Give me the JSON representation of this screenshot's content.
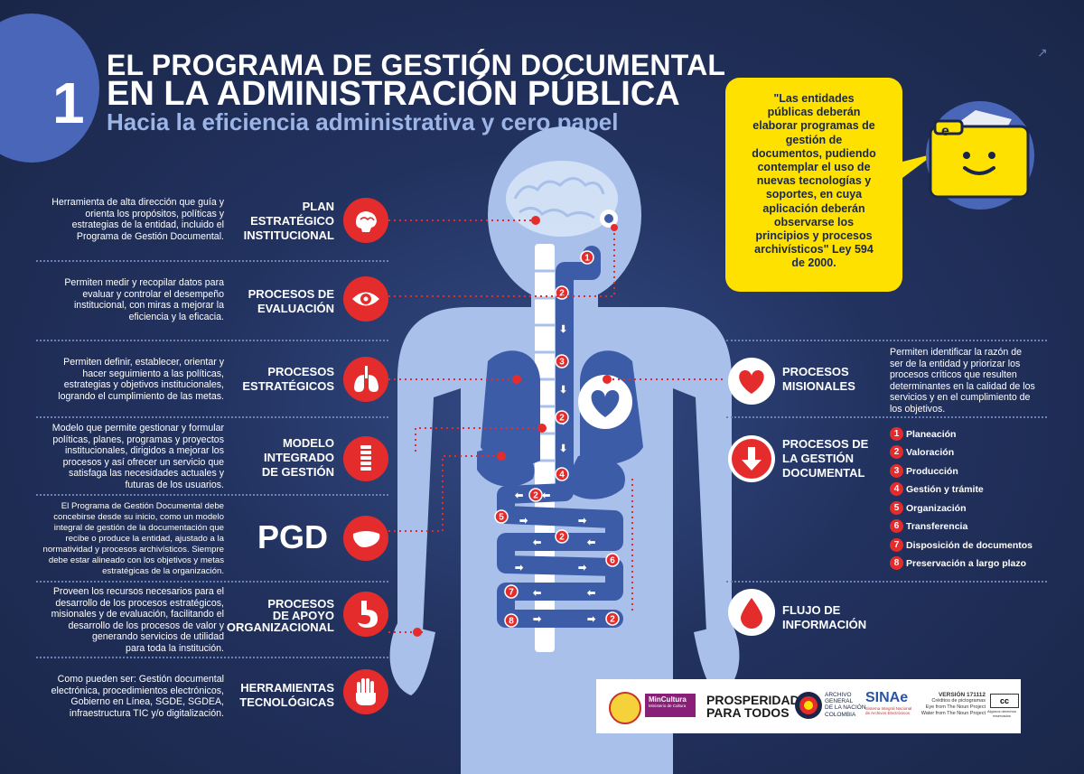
{
  "header": {
    "number": "1",
    "line1": "EL PROGRAMA DE GESTIÓN DOCUMENTAL",
    "line2": "EN LA ADMINISTRACIÓN PÚBLICA",
    "subtitle": "Hacia la eficiencia administrativa y cero papel"
  },
  "left": [
    {
      "label": [
        "PLAN",
        "ESTRATÉGICO",
        "INSTITUCIONAL"
      ],
      "icon": "brain-icon",
      "desc": [
        "Herramienta de alta dirección que guía y",
        "orienta los propósitos, políticas y",
        "estrategias de la entidad, incluido el",
        "Programa de Gestión Documental."
      ]
    },
    {
      "label": [
        "PROCESOS DE",
        "EVALUACIÓN"
      ],
      "icon": "eye-icon",
      "desc": [
        "Permiten medir y recopilar datos para",
        "evaluar y controlar el desempeño",
        "institucional, con miras a mejorar la",
        "eficiencia y la eficacia."
      ]
    },
    {
      "label": [
        "PROCESOS",
        "ESTRATÉGICOS"
      ],
      "icon": "lungs-icon",
      "desc": [
        "Permiten definir, establecer, orientar y",
        "hacer seguimiento a las políticas,",
        "estrategias y objetivos institucionales,",
        "logrando el cumplimiento de las metas."
      ]
    },
    {
      "label": [
        "MODELO",
        "INTEGRADO",
        "DE GESTIÓN"
      ],
      "icon": "spine-icon",
      "desc": [
        "Modelo que permite gestionar y formular",
        "políticas, planes, programas y proyectos",
        "institucionales, dirigidos a mejorar los",
        "procesos y así ofrecer un servicio que",
        "satisfaga las necesidades actuales y",
        "futuras de los usuarios."
      ]
    },
    {
      "label": [
        "PGD"
      ],
      "icon": "liver-icon",
      "desc": [
        "El Programa de Gestión Documental debe",
        "concebirse desde su inicio, como un modelo",
        "integral de gestión de la documentación que",
        "recibe o produce la entidad, ajustado a la",
        "normatividad y procesos archivísticos. Siempre",
        "debe estar alineado con los objetivos y metas",
        "estratégicas de la organización."
      ]
    },
    {
      "label": [
        "PROCESOS",
        "DE",
        "APOYO",
        "ORGANIZACIONAL"
      ],
      "icon": "stomach-icon",
      "desc": [
        "Proveen los recursos necesarios para el",
        "desarrollo de los procesos estratégicos,",
        "misionales y de evaluación, facilitando el",
        "desarrollo de los procesos de valor y",
        "generando servicios de utilidad",
        "para toda la institución."
      ]
    },
    {
      "label": [
        "HERRAMIENTAS",
        "TECNOLÓGICAS"
      ],
      "icon": "hand-icon",
      "desc": [
        "Como pueden ser: Gestión documental",
        "electrónica, procedimientos electrónicos,",
        "Gobierno en Línea, SGDE, SGDEA,",
        "infraestructura TIC y/o digitalización."
      ]
    }
  ],
  "right": {
    "misionales": {
      "label": [
        "PROCESOS",
        "MISIONALES"
      ],
      "icon": "heart-icon",
      "desc": [
        "Permiten identificar la razón de",
        "ser de la entidad y priorizar los",
        "procesos críticos que resulten",
        "determinantes en la calidad de los",
        "servicios y en el cumplimiento de",
        "los objetivos."
      ]
    },
    "gestion": {
      "label": [
        "PROCESOS DE",
        "LA GESTIÓN",
        "DOCUMENTAL"
      ],
      "icon": "down-arrow-icon",
      "steps": [
        {
          "n": "1",
          "text": "Planeación"
        },
        {
          "n": "2",
          "text": "Valoración"
        },
        {
          "n": "3",
          "text": "Producción"
        },
        {
          "n": "4",
          "text": "Gestión y trámite"
        },
        {
          "n": "5",
          "text": "Organización"
        },
        {
          "n": "6",
          "text": "Transferencia"
        },
        {
          "n": "7",
          "text": "Disposición de documentos"
        },
        {
          "n": "8",
          "text": "Preservación a largo plazo"
        }
      ]
    },
    "flujo": {
      "label": [
        "FLUJO DE",
        "INFORMACIÓN"
      ],
      "icon": "drop-icon"
    }
  },
  "quote": [
    "\"Las entidades",
    "públicas deberán",
    "elaborar programas de",
    "gestión de",
    "documentos, pudiendo",
    "contemplar el uso de",
    "nuevas tecnologías y",
    "soportes, en cuya",
    "aplicación deberán",
    "observarse los",
    "principios y procesos",
    "archivísticos\" Ley 594",
    "de 2000."
  ],
  "mascot": {
    "letter": "e"
  },
  "path_numbers": [
    "1",
    "2",
    "3",
    "2",
    "4",
    "2",
    "5",
    "2",
    "6",
    "7",
    "8",
    "2"
  ],
  "footer": {
    "mincultura": "MinCultura",
    "mincultura_sub": "Ministerio de Cultura",
    "prosperidad1": "PROSPERIDAD",
    "prosperidad2": "PARA TODOS",
    "archivo": [
      "ARCHIVO",
      "GENERAL",
      "DE LA NACIÓN",
      "COLOMBIA"
    ],
    "sinae": "SINAe",
    "sinae_sub": [
      "Sistema Integral Nacional",
      "de Archivos Electrónicos"
    ],
    "version": "VERSIÓN 171112",
    "credits": [
      "Créditos de pictogramas",
      "Eye from The Noun Project",
      "Water from The Noun Project"
    ],
    "cc": "cc",
    "cc_sub": "Algunos derechos reservados"
  },
  "colors": {
    "bg": "#22325f",
    "accent": "#e52c2c",
    "body": "#a9c1ea",
    "organ": "#3d5ca8",
    "yellow": "#ffe100",
    "badge": "#4a66b9"
  }
}
